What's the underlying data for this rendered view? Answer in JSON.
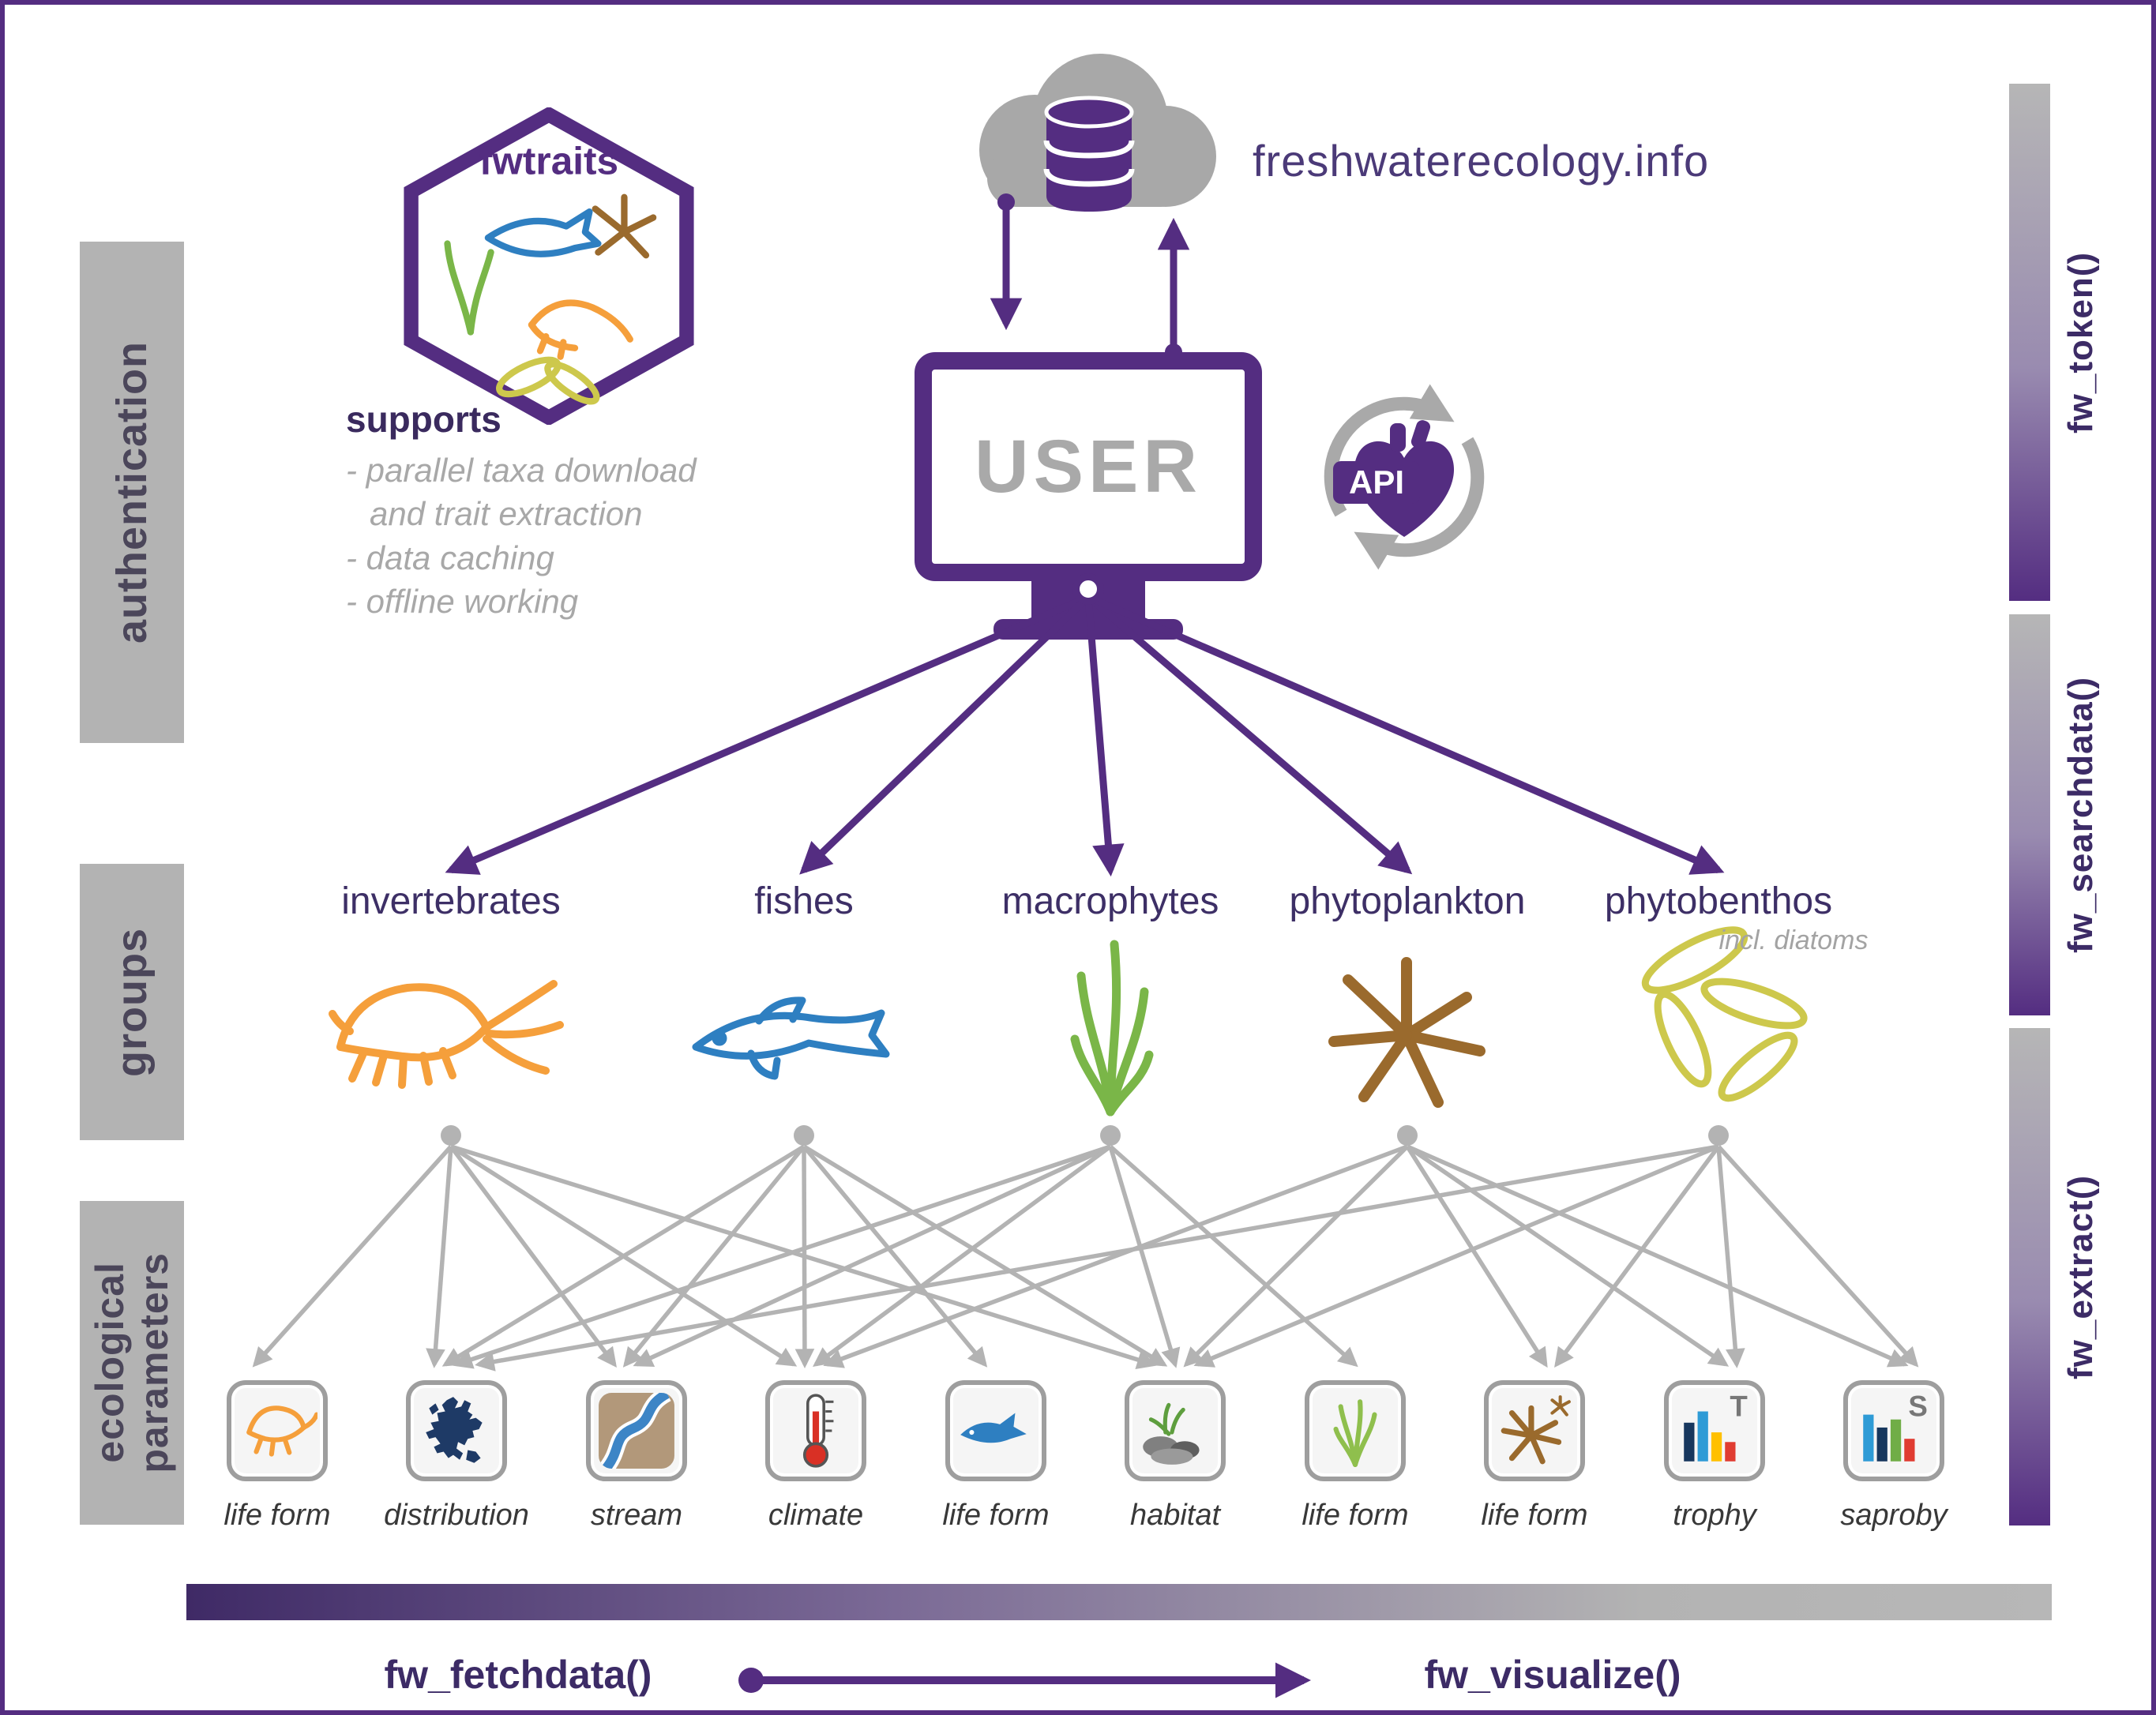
{
  "colors": {
    "purple": "#542d81",
    "purple_dark": "#3c2b66",
    "gray_box": "#b3b3b3",
    "gray_arrow": "#b3b3b3",
    "text_gray": "#a8a8a8",
    "orange": "#f59f3b",
    "blue": "#2e7fc1",
    "green": "#7ab648",
    "brown": "#9a6a2d",
    "yellow_green": "#cdc84c",
    "navy": "#1e3a66"
  },
  "logo": {
    "label": "fwtraits"
  },
  "header": {
    "site_title": "freshwaterecology.info"
  },
  "supports": {
    "title": "supports",
    "items": [
      "- parallel taxa download",
      "and trait extraction",
      "- data caching",
      "- offline working"
    ]
  },
  "user": {
    "label": "USER"
  },
  "api": {
    "label": "API"
  },
  "side_sections": [
    {
      "label": "authentication"
    },
    {
      "label": "groups"
    },
    {
      "label": "ecological\nparameters"
    }
  ],
  "right_rail": [
    {
      "label": "fw_token()"
    },
    {
      "label": "fw_searchdata()"
    },
    {
      "label": "fw_extract()"
    }
  ],
  "groups": [
    {
      "label": "invertebrates"
    },
    {
      "label": "fishes"
    },
    {
      "label": "macrophytes"
    },
    {
      "label": "phytoplankton"
    },
    {
      "label": "phytobenthos",
      "sublabel": "incl. diatoms"
    }
  ],
  "parameters": [
    {
      "label": "life form"
    },
    {
      "label": "distribution"
    },
    {
      "label": "stream"
    },
    {
      "label": "climate"
    },
    {
      "label": "life form"
    },
    {
      "label": "habitat"
    },
    {
      "label": "life form"
    },
    {
      "label": "life form"
    },
    {
      "label": "trophy",
      "icon_letter": "T"
    },
    {
      "label": "saproby",
      "icon_letter": "S"
    }
  ],
  "connections": [
    {
      "from": 0,
      "to": [
        0,
        1,
        2,
        3,
        5
      ]
    },
    {
      "from": 1,
      "to": [
        1,
        2,
        3,
        4,
        5
      ]
    },
    {
      "from": 2,
      "to": [
        1,
        2,
        3,
        5,
        6
      ]
    },
    {
      "from": 3,
      "to": [
        3,
        5,
        7,
        8,
        9
      ]
    },
    {
      "from": 4,
      "to": [
        1,
        5,
        7,
        8,
        9
      ]
    }
  ],
  "bottom": {
    "fetch_label": "fw_fetchdata()",
    "visualize_label": "fw_visualize()"
  }
}
